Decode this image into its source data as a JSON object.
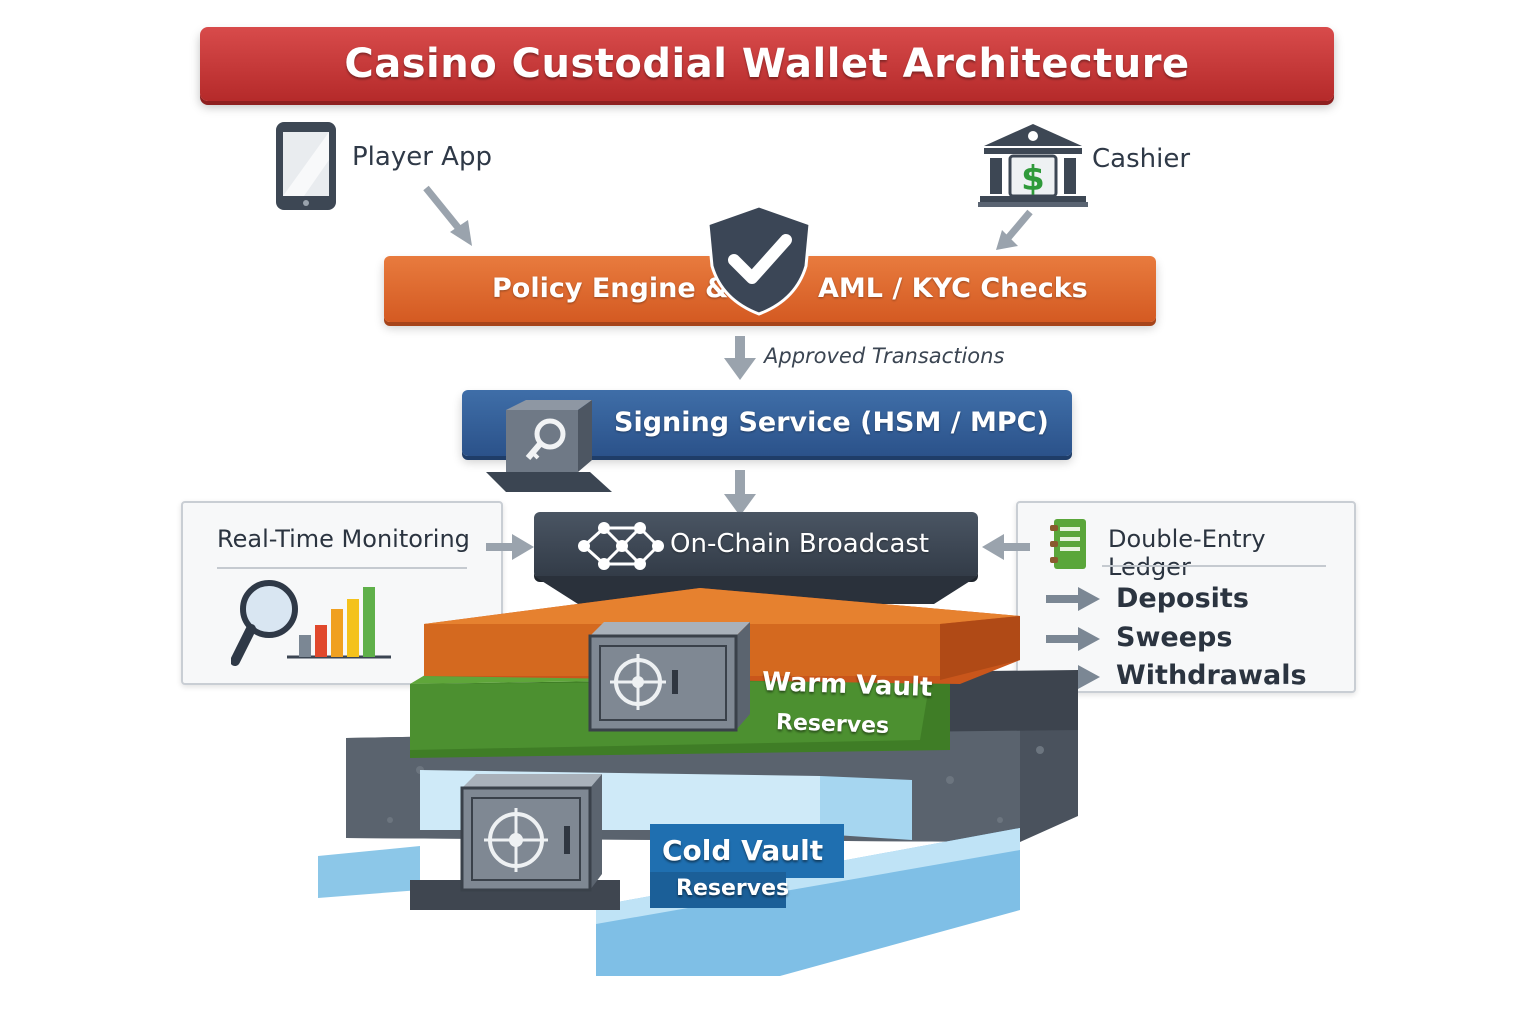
{
  "title": "Casino Custodial Wallet Architecture",
  "sources": {
    "player_app": {
      "label": "Player App",
      "icon": "tablet-icon"
    },
    "cashier": {
      "label": "Cashier",
      "icon": "bank-icon"
    }
  },
  "policy_engine": {
    "label_left": "Policy Engine &",
    "label_right": "AML / KYC Checks",
    "icon": "shield-check-icon"
  },
  "approved_label": "Approved Transactions",
  "signing_service": {
    "label": "Signing Service (HSM / MPC)",
    "icon": "key-safe-icon"
  },
  "broadcast": {
    "label": "On-Chain Broadcast",
    "icon": "network-icon"
  },
  "monitoring": {
    "title": "Real-Time Monitoring",
    "icon": "magnifier-chart-icon"
  },
  "ledger": {
    "title": "Double-Entry Ledger",
    "icon": "ledger-book-icon",
    "items": [
      "Deposits",
      "Sweeps",
      "Withdrawals"
    ]
  },
  "warm_vault": {
    "label": "Warm Vault",
    "sub": "Reserves",
    "icon": "vault-safe-icon"
  },
  "cold_vault": {
    "label": "Cold Vault",
    "sub": "Reserves",
    "icon": "vault-safe-icon"
  },
  "colors": {
    "title": "#c53535",
    "policy": "#e06a2e",
    "signing": "#33609a",
    "broadcast": "#3b4552",
    "warm": "#d4691f",
    "reserves_green": "#4f8a2c",
    "cold": "#a9d8f0"
  }
}
